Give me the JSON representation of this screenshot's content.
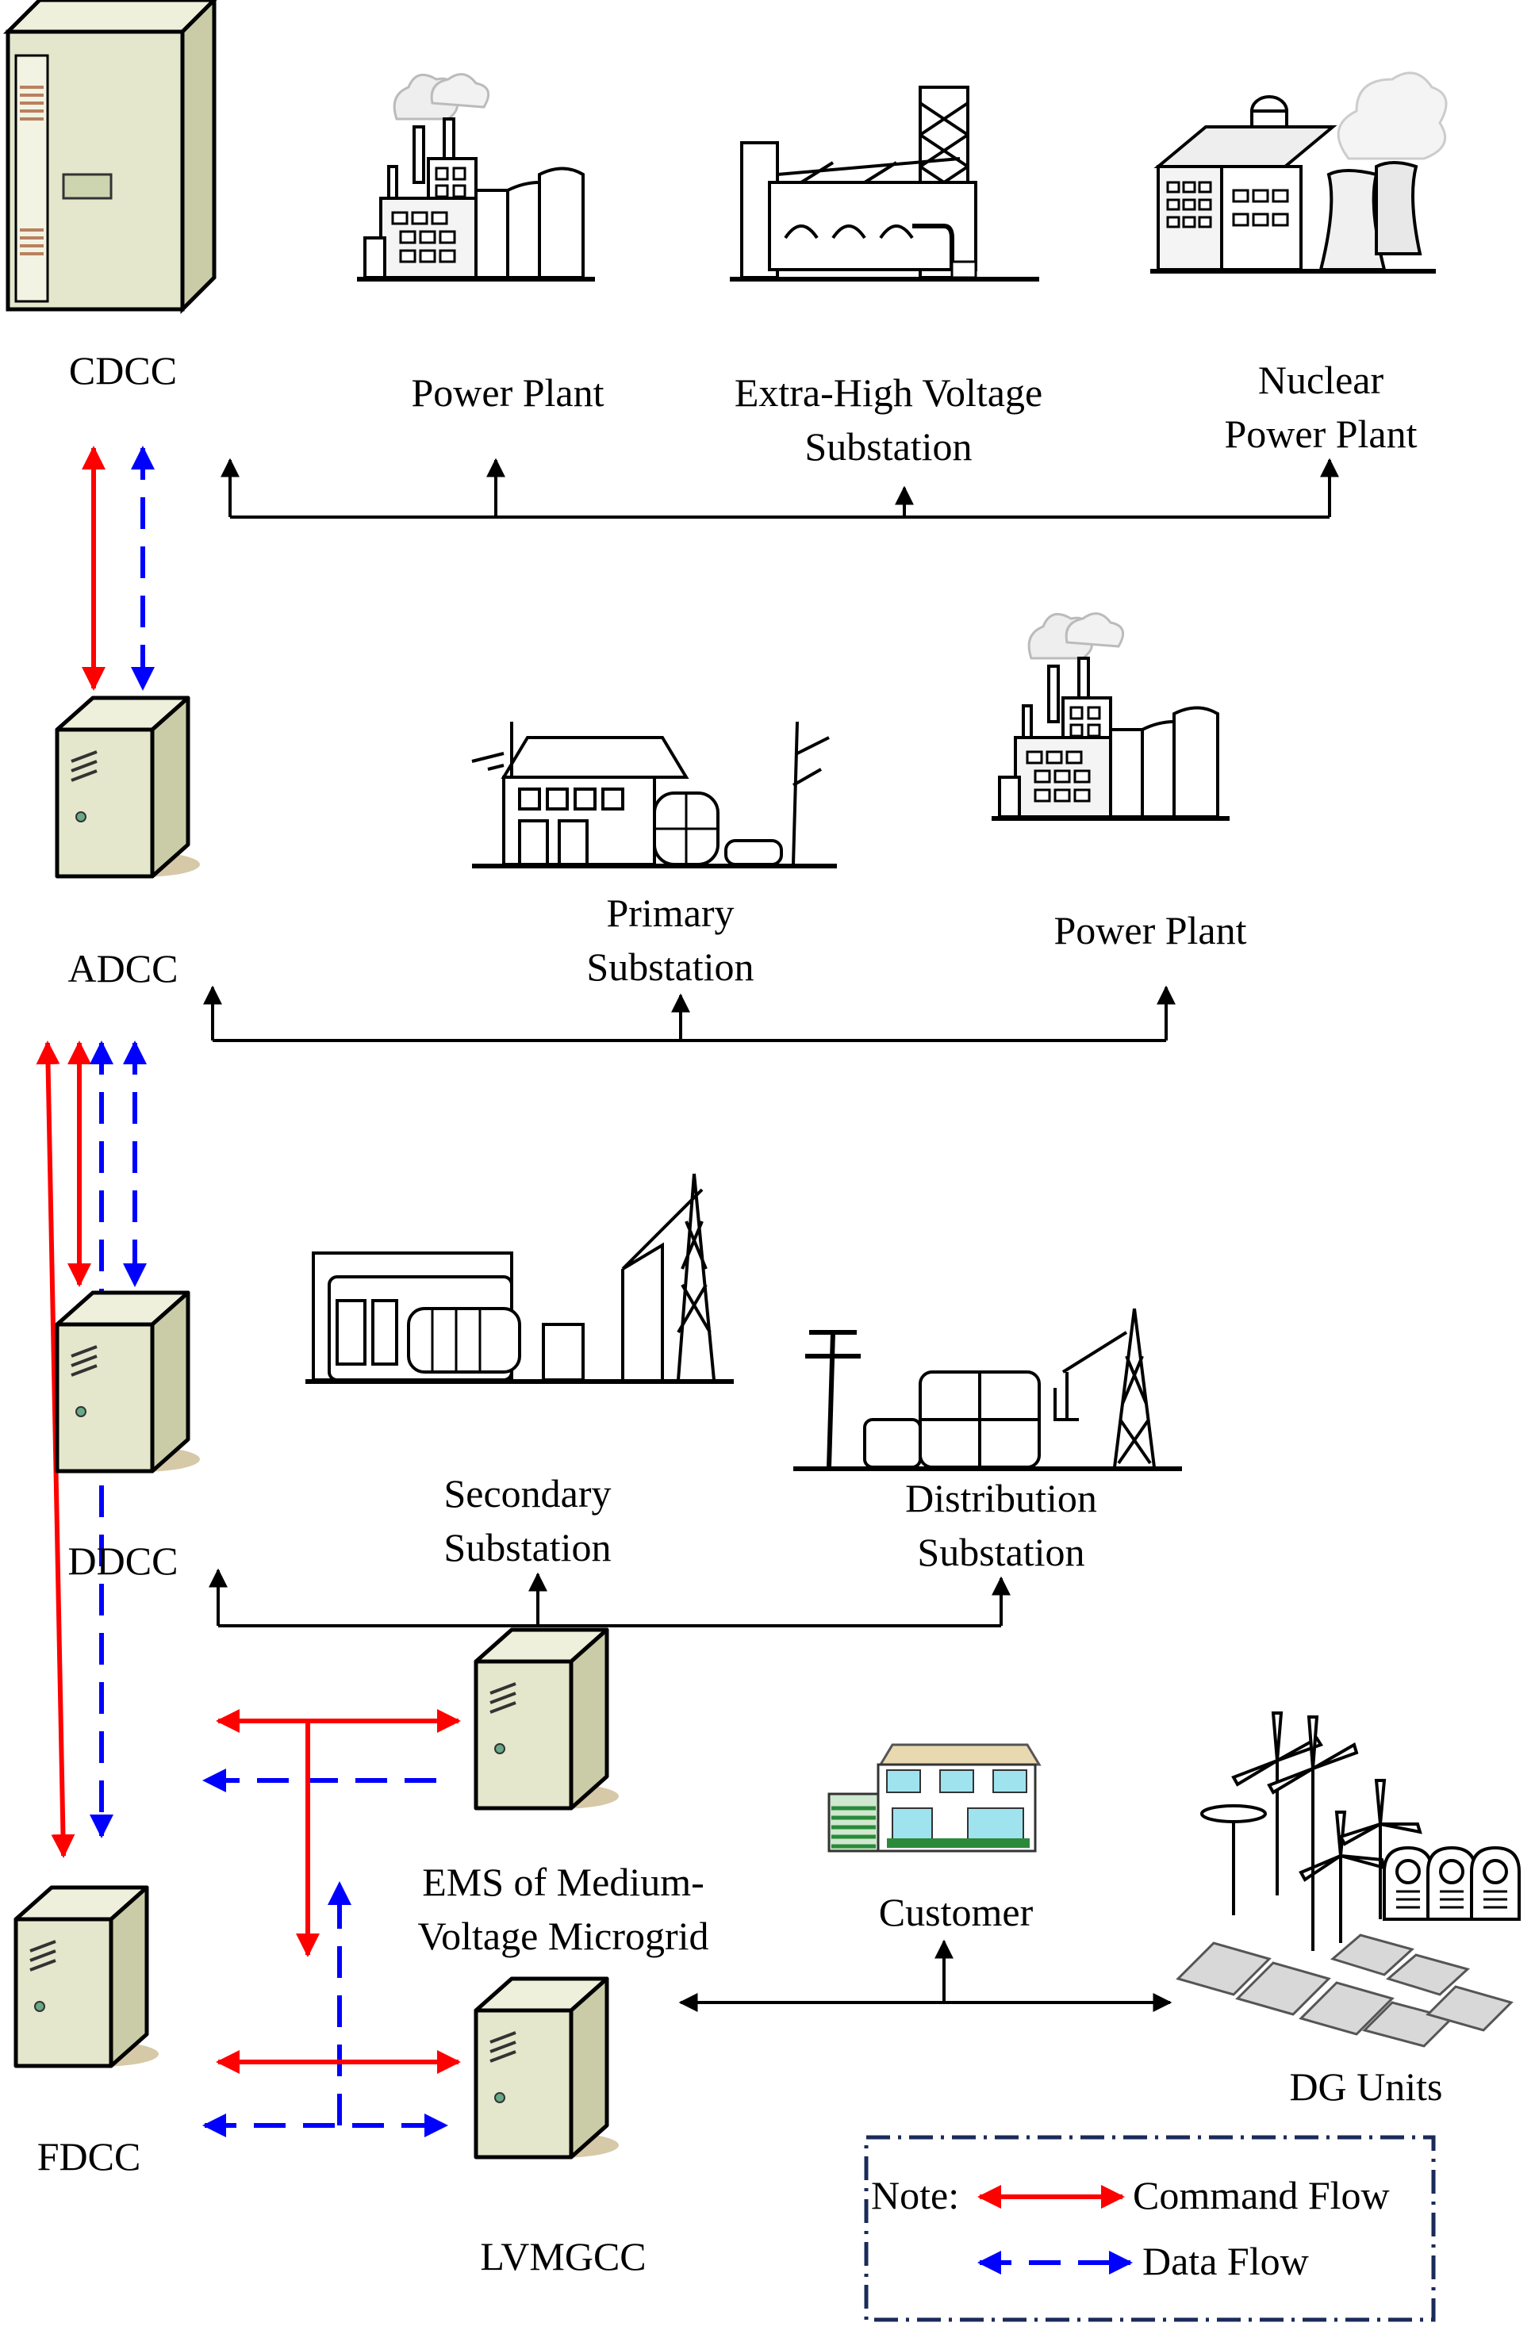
{
  "colors": {
    "command": "#ff0000",
    "data": "#0000ff",
    "connector": "#000000",
    "server_face": "#e4e7cc",
    "server_side": "#c9cca6",
    "shadow": "#d6c9a8",
    "note_border": "#1a2a5a"
  },
  "control_centers": {
    "cdcc": "CDCC",
    "adcc": "ADCC",
    "ddcc": "DDCC",
    "fdcc": "FDCC"
  },
  "facilities": {
    "power_plant_1": "Power Plant",
    "ehv_substation": [
      "Extra-High Voltage",
      "Substation"
    ],
    "nuclear_plant": [
      "Nuclear",
      "Power Plant"
    ],
    "primary_substation": [
      "Primary",
      "Substation"
    ],
    "power_plant_2": "Power Plant",
    "secondary_substation": [
      "Secondary",
      "Substation"
    ],
    "distribution_substation": [
      "Distribution",
      "Substation"
    ]
  },
  "microgrid": {
    "ems": [
      "EMS of Medium-",
      "Voltage Microgrid"
    ],
    "lvmgcc": "LVMGCC",
    "customer": "Customer",
    "dg_units": "DG Units"
  },
  "legend": {
    "note": "Note:",
    "command_flow": "Command Flow",
    "data_flow": "Data Flow"
  },
  "icons": [
    "server-icon",
    "power-plant-icon",
    "ehv-substation-icon",
    "nuclear-plant-icon",
    "primary-substation-icon",
    "secondary-substation-icon",
    "distribution-substation-icon",
    "house-icon",
    "wind-turbine-icon",
    "solar-panel-icon",
    "storage-icon"
  ]
}
